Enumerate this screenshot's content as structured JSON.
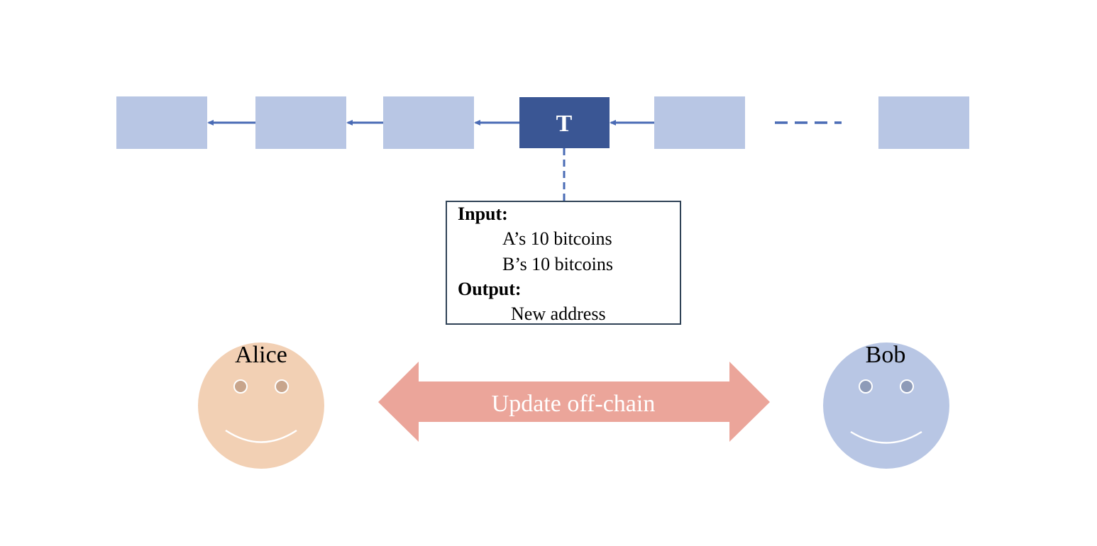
{
  "chain": {
    "highlight_label": "T",
    "colors": {
      "block": "#b8c6e4",
      "highlight": "#3a5694",
      "arrow": "#4a6bb5"
    }
  },
  "transaction": {
    "input_label": "Input:",
    "inputs": [
      "A’s 10 bitcoins",
      "B’s 10 bitcoins"
    ],
    "output_label": "Output:",
    "output": "New address"
  },
  "parties": {
    "alice": {
      "name": "Alice",
      "color": "#f2d0b4",
      "eye_color": "#c8a58c"
    },
    "bob": {
      "name": "Bob",
      "color": "#b8c6e4",
      "eye_color": "#8e9bb8"
    }
  },
  "channel": {
    "label": "Update off-chain",
    "color": "#eba59a"
  }
}
